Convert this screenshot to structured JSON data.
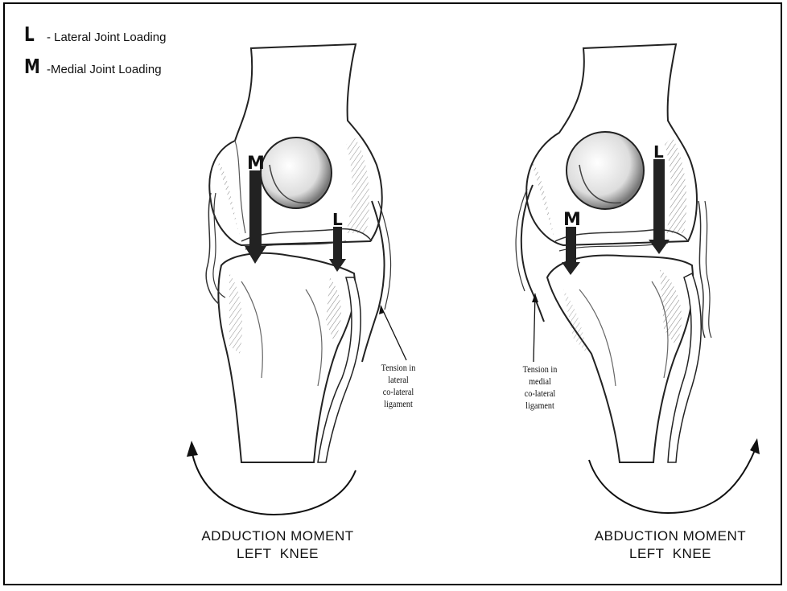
{
  "legend": {
    "lateral_letter": "L",
    "lateral_text": "- Lateral Joint Loading",
    "medial_letter": "M",
    "medial_text": "-Medial Joint Loading"
  },
  "left_knee": {
    "arrow_labels": {
      "medial": "M",
      "lateral": "L"
    },
    "ligament_note": [
      "Tension in",
      "lateral",
      "co-lateral",
      "ligament"
    ],
    "caption": [
      "ADDUCTION MOMENT",
      "LEFT  KNEE"
    ]
  },
  "right_knee": {
    "arrow_labels": {
      "medial": "M",
      "lateral": "L"
    },
    "ligament_note": [
      "Tension in",
      "medial",
      "co-lateral",
      "ligament"
    ],
    "caption": [
      "ABDUCTION MOMENT",
      "LEFT  KNEE"
    ]
  }
}
